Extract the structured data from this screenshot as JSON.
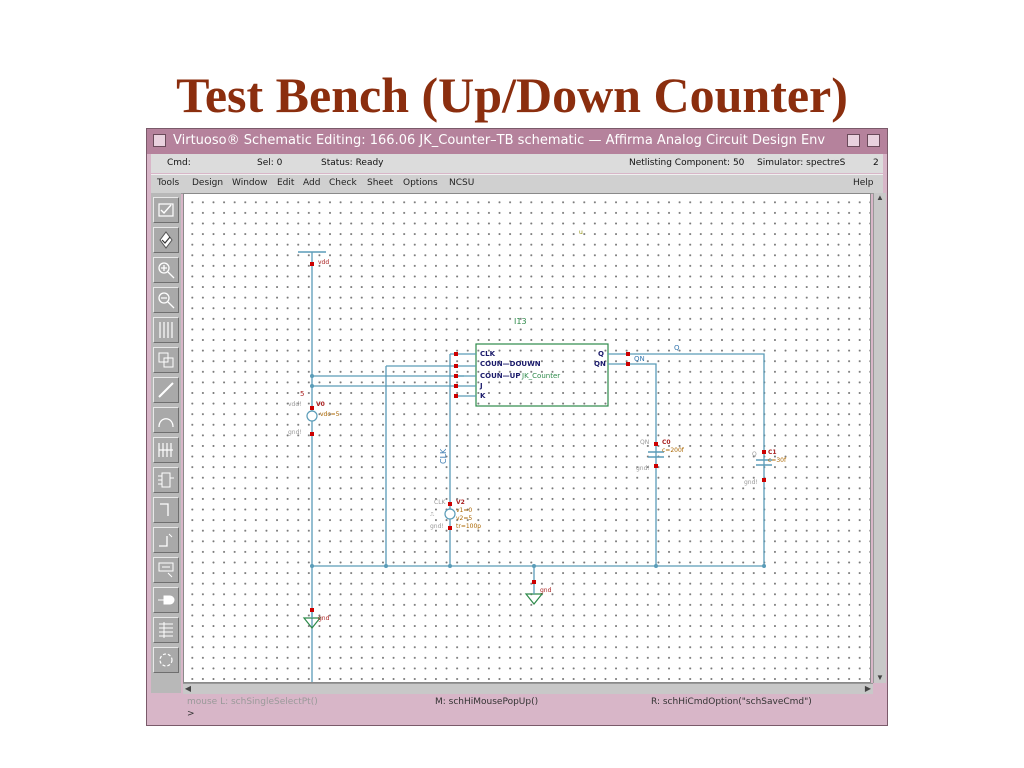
{
  "slide": {
    "title": "Test Bench (Up/Down Counter)"
  },
  "window": {
    "title": "Virtuoso® Schematic Editing: 166.06 JK_Counter–TB schematic — Affirma Analog Circuit Design Env"
  },
  "status": {
    "cmd": "Cmd:",
    "sel": "Sel: 0",
    "state": "Status: Ready",
    "netlisting": "Netlisting Component: 50",
    "simulator": "Simulator: spectreS",
    "num": "2"
  },
  "menu": {
    "items": [
      "Tools",
      "Design",
      "Window",
      "Edit",
      "Add",
      "Check",
      "Sheet",
      "Options",
      "NCSU"
    ],
    "help": "Help"
  },
  "toolbar": {
    "tools": [
      "check-save-icon",
      "check-icon",
      "zoom-in-icon",
      "zoom-out-icon",
      "stretch-icon",
      "copy-icon",
      "wire-icon",
      "wire-narrow-icon",
      "delete-icon",
      "instance-icon",
      "pin-icon",
      "label-icon",
      "property-icon",
      "cmd-option-icon",
      "select-icon",
      "undo-icon"
    ]
  },
  "schematic": {
    "vdd_label": "vdd",
    "gnd_label": "gnd",
    "gnd_label2": "gnd",
    "instance_name": "I13",
    "cell_name": "JK_Counter",
    "pins_left": [
      "CLK",
      "COUN—DOUWN",
      "COUN—UP",
      "J",
      "K"
    ],
    "pins_right": [
      "Q",
      "QN"
    ],
    "net_q": "Q",
    "net_qn": "QN",
    "net_clk": "CLK",
    "net_top": "u",
    "v0": {
      "name": "V0",
      "idx": "5",
      "plus": "vdd!",
      "minus": "gnd!",
      "param": "vdc=5"
    },
    "v2": {
      "name": "V2",
      "plus": "CLK",
      "minus": "gnd!",
      "sym": "⎍",
      "v1": "v1=0",
      "v2": "v2=5",
      "tr": "tr=100p"
    },
    "c0": {
      "name": "C0",
      "net": "QN",
      "gnd": "gnd!",
      "value": "c=200f"
    },
    "c1": {
      "name": "C1",
      "net": "Q",
      "gnd": "gnd!",
      "value": "c=30f"
    }
  },
  "commandline": {
    "left": "mouse L: schSingleSelectPt()",
    "mid": "M: schHiMousePopUp()",
    "right": "R: schHiCmdOption(\"schSaveCmd\")",
    "prompt": ">"
  }
}
